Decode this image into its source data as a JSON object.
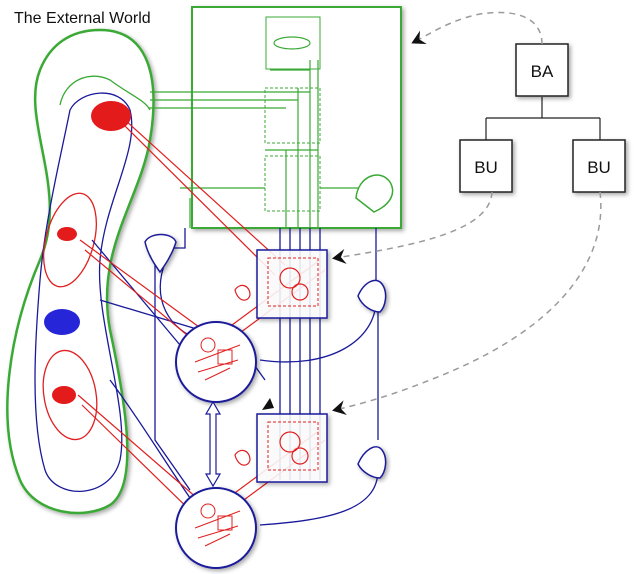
{
  "diagram": {
    "title": "The External World",
    "nodes": {
      "ba": "BA",
      "bu_left": "BU",
      "bu_right": "BU"
    },
    "colors": {
      "green": "#3aa935",
      "red": "#e02020",
      "blue": "#1a1a9a",
      "grey_dash": "#9a9a9a",
      "outline": "#222222"
    }
  }
}
